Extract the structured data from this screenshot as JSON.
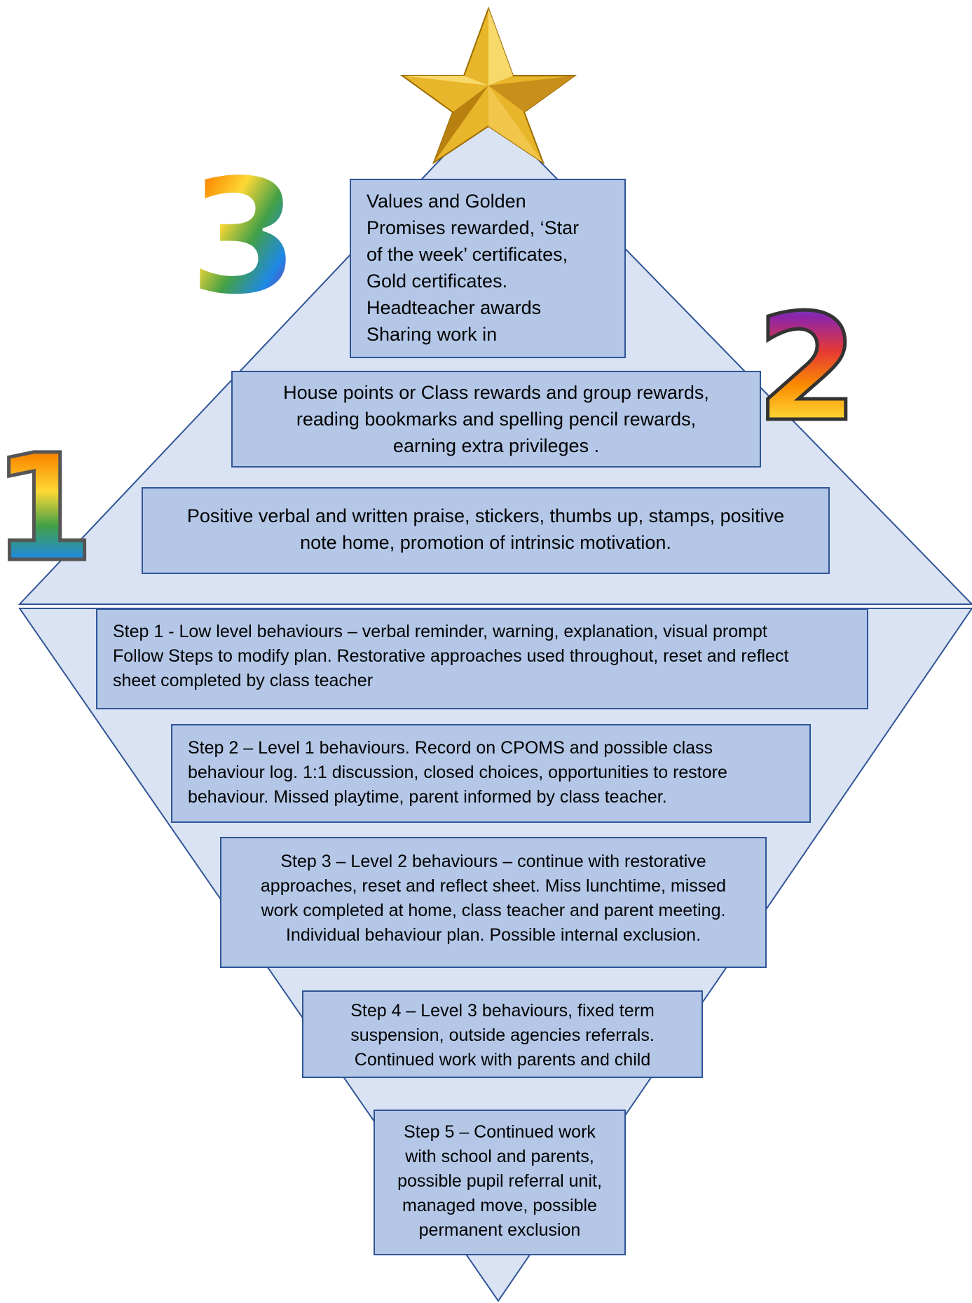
{
  "colors": {
    "diamond_fill": "#dae3f3",
    "box_fill": "#b4c7e7",
    "box_border": "#2f5597",
    "star_gold": "#e8b62a"
  },
  "icons": [
    "star-icon",
    "number-3-icon",
    "number-2-icon",
    "number-1-icon"
  ],
  "numbers": {
    "three": "3",
    "two": "2",
    "one": "1"
  },
  "rewards": [
    {
      "lines": [
        "Values and Golden",
        "Promises rewarded, ‘Star",
        "of the week’ certificates,",
        "Gold certificates.",
        "Headteacher awards",
        "Sharing work in"
      ]
    },
    {
      "lines": [
        "House points or Class rewards and group rewards,",
        "reading bookmarks and spelling pencil rewards,",
        "earning extra privileges ."
      ]
    },
    {
      "lines": [
        "Positive verbal and written praise, stickers, thumbs up, stamps, positive",
        "note home, promotion of intrinsic motivation."
      ]
    }
  ],
  "steps": [
    {
      "lines": [
        "Step 1 - Low level behaviours – verbal reminder, warning, explanation, visual prompt",
        "Follow Steps to modify plan. Restorative approaches used throughout, reset and reflect",
        "sheet completed by class teacher"
      ]
    },
    {
      "lines": [
        "Step 2 – Level 1 behaviours. Record on CPOMS and possible class",
        "behaviour log. 1:1 discussion, closed choices, opportunities to restore",
        "behaviour. Missed playtime, parent informed by class teacher."
      ]
    },
    {
      "lines": [
        "Step 3 – Level 2 behaviours – continue with restorative",
        "approaches, reset and reflect sheet. Miss lunchtime, missed",
        "work completed at home, class teacher and parent meeting.",
        "Individual behaviour plan. Possible internal exclusion."
      ]
    },
    {
      "lines": [
        "Step 4 – Level 3 behaviours, fixed term",
        "suspension, outside agencies referrals.",
        "Continued work with parents and child"
      ]
    },
    {
      "lines": [
        "Step 5 – Continued work",
        "with school and parents,",
        "possible pupil referral unit,",
        "managed move, possible",
        "permanent exclusion"
      ]
    }
  ]
}
